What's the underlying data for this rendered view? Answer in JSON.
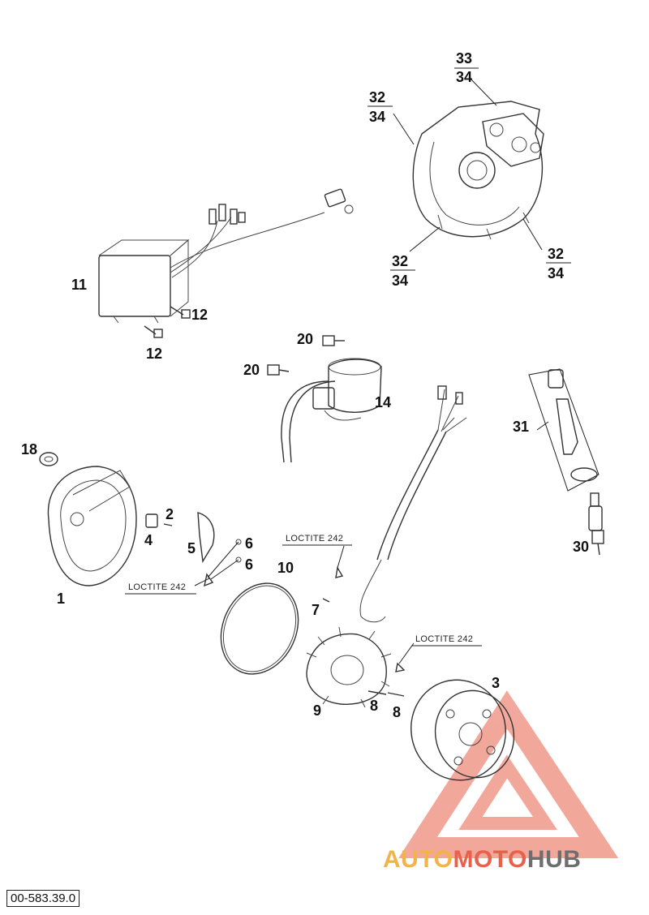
{
  "document_id": "00-583.39.0",
  "watermark": {
    "brand_part1": "AUTO",
    "brand_part2": "MOTO",
    "brand_part3": "HUB",
    "colors": {
      "part1": "#f0b44a",
      "part2": "#e8614a",
      "part3": "#6e6e6e",
      "logo": "#e8614a"
    }
  },
  "notes": {
    "loctite_a": "LOCTITE 242",
    "loctite_b": "LOCTITE 242",
    "loctite_c": "LOCTITE 242"
  },
  "labels": {
    "p1": "1",
    "p2": "2",
    "p3": "3",
    "p4": "4",
    "p5": "5",
    "p6a": "6",
    "p6b": "6",
    "p7": "7",
    "p8a": "8",
    "p8b": "8",
    "p9": "9",
    "p10": "10",
    "p11": "11",
    "p12a": "12",
    "p12b": "12",
    "p14": "14",
    "p18": "18",
    "p20a": "20",
    "p20b": "20",
    "p30": "30",
    "p31": "31",
    "f33_num": "33",
    "f33_den": "34",
    "f32a_num": "32",
    "f32a_den": "34",
    "f32b_num": "32",
    "f32b_den": "34",
    "f32c_num": "32",
    "f32c_den": "34"
  }
}
